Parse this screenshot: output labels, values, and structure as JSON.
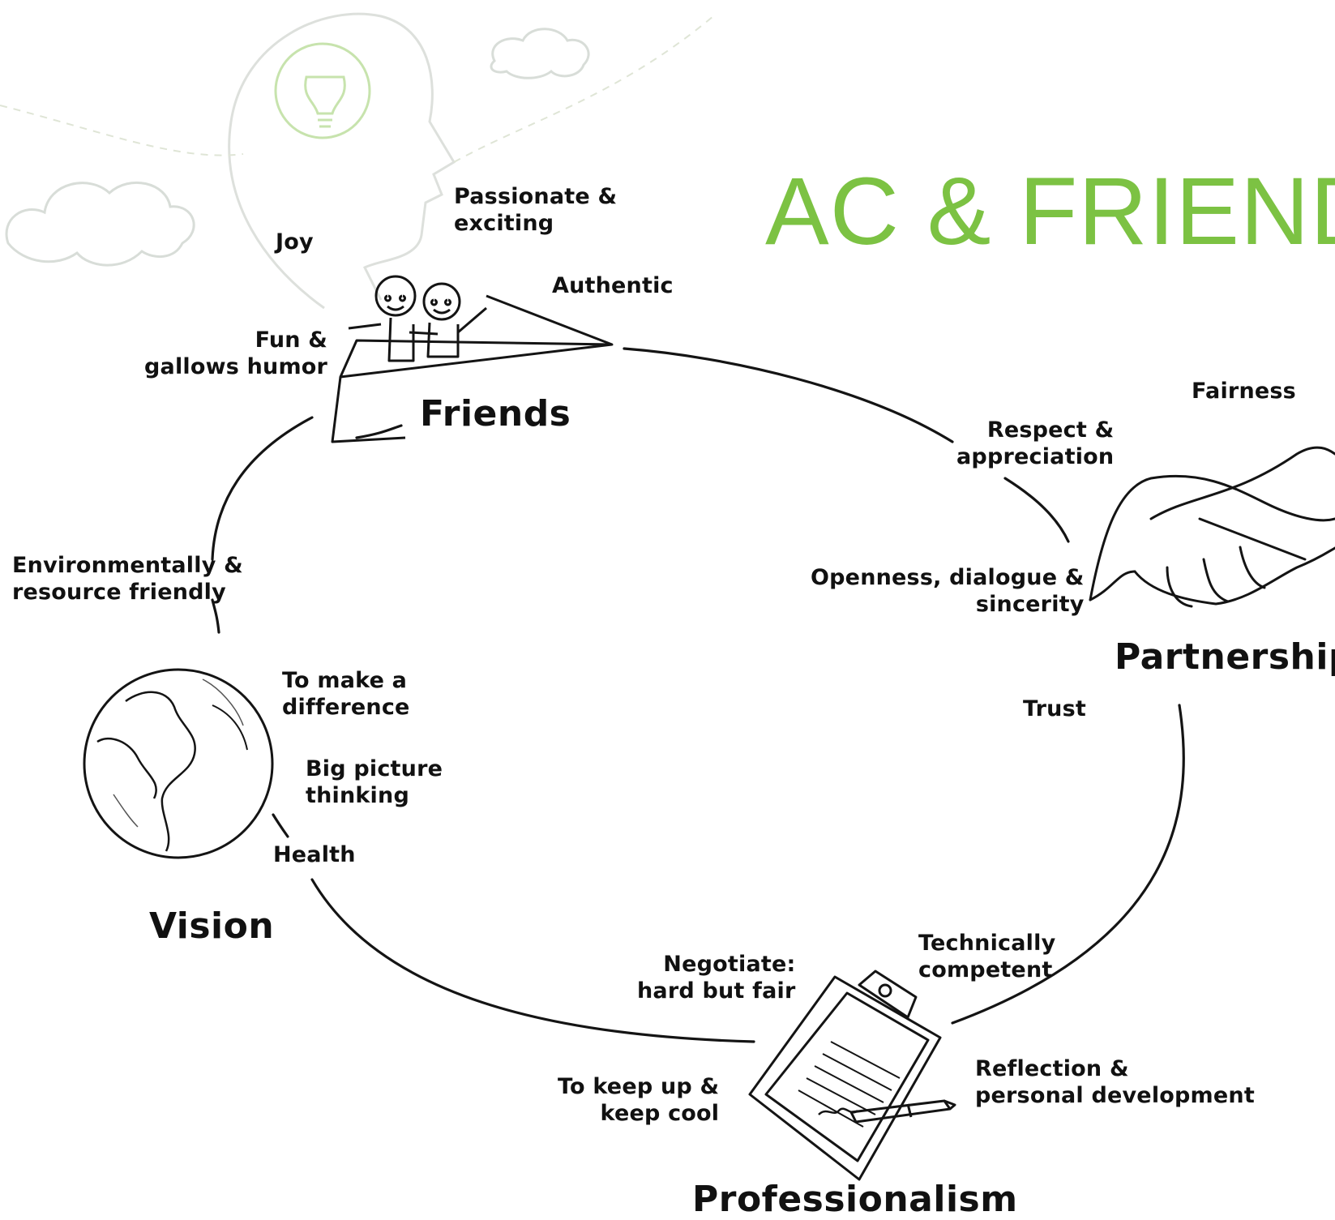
{
  "title": "AC & FRIEND",
  "colors": {
    "accent": "#7cc243",
    "ink": "#111111",
    "background_sketch": "#d8ddd8"
  },
  "hubs": {
    "friends": "Friends",
    "partnership": "Partnership",
    "professionalism": "Professionalism",
    "vision": "Vision"
  },
  "values": {
    "passionate": "Passionate &\nexciting",
    "joy": "Joy",
    "authentic": "Authentic",
    "fun": "Fun &\ngallows humor",
    "fairness": "Fairness",
    "respect": "Respect &\nappreciation",
    "openness": "Openness, dialogue &\nsincerity",
    "trust": "Trust",
    "environment": "Environmentally &\nresource friendly",
    "difference": "To make a\ndifference",
    "big_picture": "Big picture\nthinking",
    "health": "Health",
    "technically": "Technically\ncompetent",
    "negotiate": "Negotiate:\nhard but fair",
    "reflection": "Reflection &\npersonal development",
    "keep_up": "To keep up &\nkeep cool"
  },
  "icons": {
    "background": [
      "head-silhouette-icon",
      "lightbulb-icon",
      "cloud-icon"
    ],
    "friends": "paper-plane-friends-icon",
    "partnership": "handshake-icon",
    "professionalism": "clipboard-pen-icon",
    "vision": "globe-icon"
  }
}
